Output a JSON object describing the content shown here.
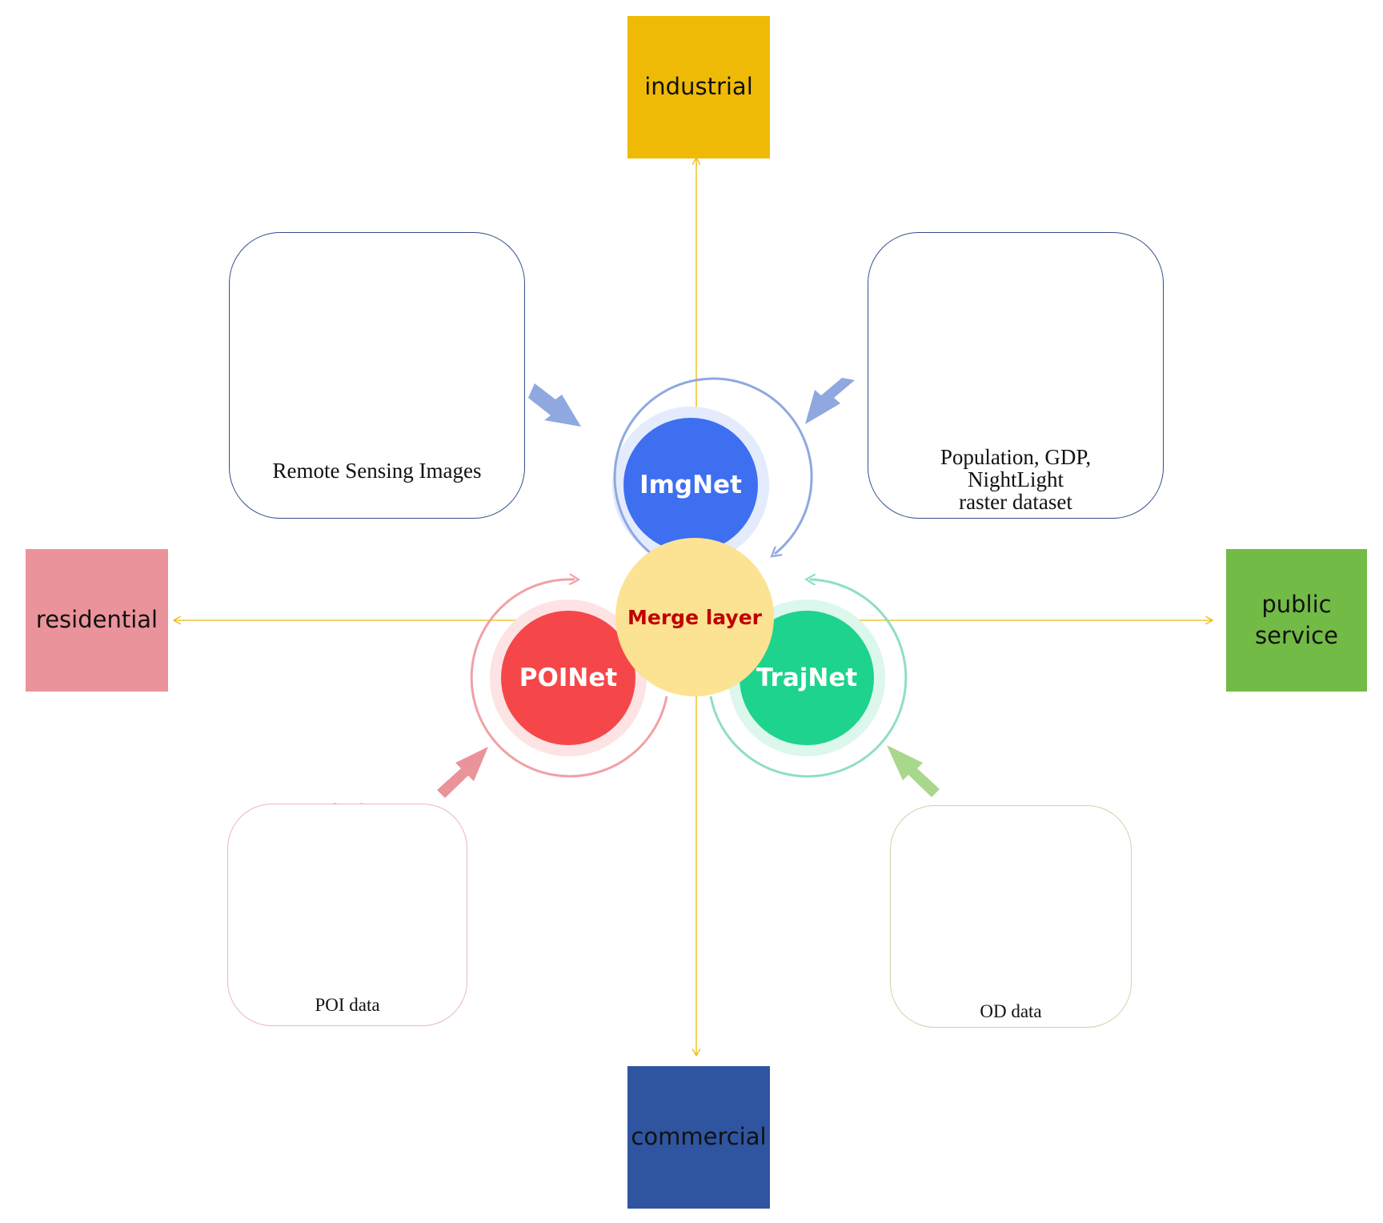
{
  "categories": {
    "industrial": "industrial",
    "residential": "residential",
    "public_service": "public\nservice",
    "commercial": "commercial"
  },
  "nodes": {
    "img": "ImgNet",
    "poi": "POINet",
    "traj": "TrajNet",
    "merge": "Merge layer"
  },
  "inputs": {
    "remote_sensing": "Remote Sensing Images",
    "raster": [
      "Population, GDP,",
      "NightLight",
      "raster dataset"
    ],
    "poi": "POI data",
    "od": "OD data"
  },
  "colors": {
    "industrial": "#EFBA06",
    "residential": "#EB939A",
    "public_service": "#72BB46",
    "commercial": "#2F55A0",
    "imgnet": "#3D6FF0",
    "poinet": "#F5474A",
    "trajnet": "#1DD38D",
    "merge": "#FCE293",
    "merge_text": "#C00000",
    "axis_line": "#EFBA06"
  }
}
